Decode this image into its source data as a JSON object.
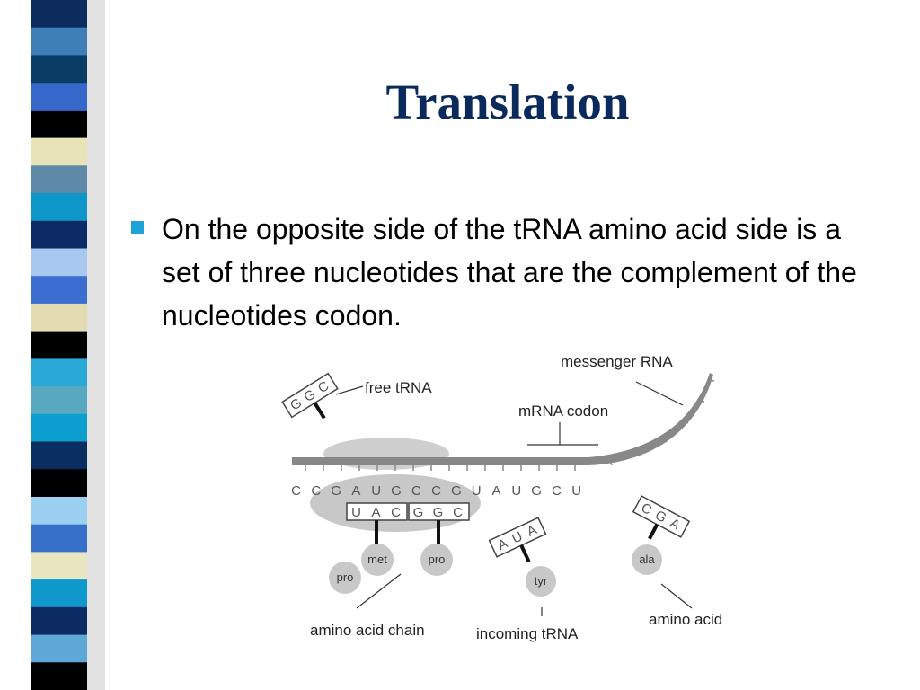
{
  "slide": {
    "title": "Translation",
    "bullet_text": "On the opposite side of the tRNA amino acid side is a set of three nucleotides that are the complement of the nucleotides codon."
  },
  "decor": {
    "stripe_colors": [
      "#0c2c5e",
      "#3f7fb8",
      "#0a3d66",
      "#3568c8",
      "#000000",
      "#e8e4b8",
      "#5e8aa8",
      "#0d96c8",
      "#0b2a66",
      "#a8c8f0",
      "#3b6ed0",
      "#e2dcb0",
      "#000000",
      "#2aa8d8",
      "#58a8c0",
      "#0d9ed0",
      "#0a2e60",
      "#000000",
      "#9cd0f0",
      "#3670c8",
      "#e8e6c0",
      "#0e98cc",
      "#0b2b62",
      "#5ea8d8",
      "#000000"
    ]
  },
  "diagram": {
    "labels": {
      "free_trna": "free tRNA",
      "messenger_rna": "messenger RNA",
      "mrna_codon": "mRNA codon",
      "amino_acid_chain": "amino acid chain",
      "incoming_trna": "incoming tRNA",
      "amino_acid": "amino acid"
    },
    "mrna_bases": [
      "C",
      "C",
      "G",
      "A",
      "U",
      "G",
      "C",
      "C",
      "G",
      "U",
      "A",
      "U",
      "G",
      "C",
      "U"
    ],
    "anticodon_1": [
      "U",
      "A",
      "C"
    ],
    "anticodon_2": [
      "G",
      "G",
      "C"
    ],
    "free_trna_bases": [
      "G",
      "G",
      "C"
    ],
    "incoming_trna_bases": [
      "A",
      "U",
      "A"
    ],
    "amino_trna_bases": [
      "C",
      "G",
      "A"
    ],
    "amino_acids": {
      "pro_1": "pro",
      "met": "met",
      "pro_2": "pro",
      "tyr": "tyr",
      "ala": "ala"
    }
  }
}
